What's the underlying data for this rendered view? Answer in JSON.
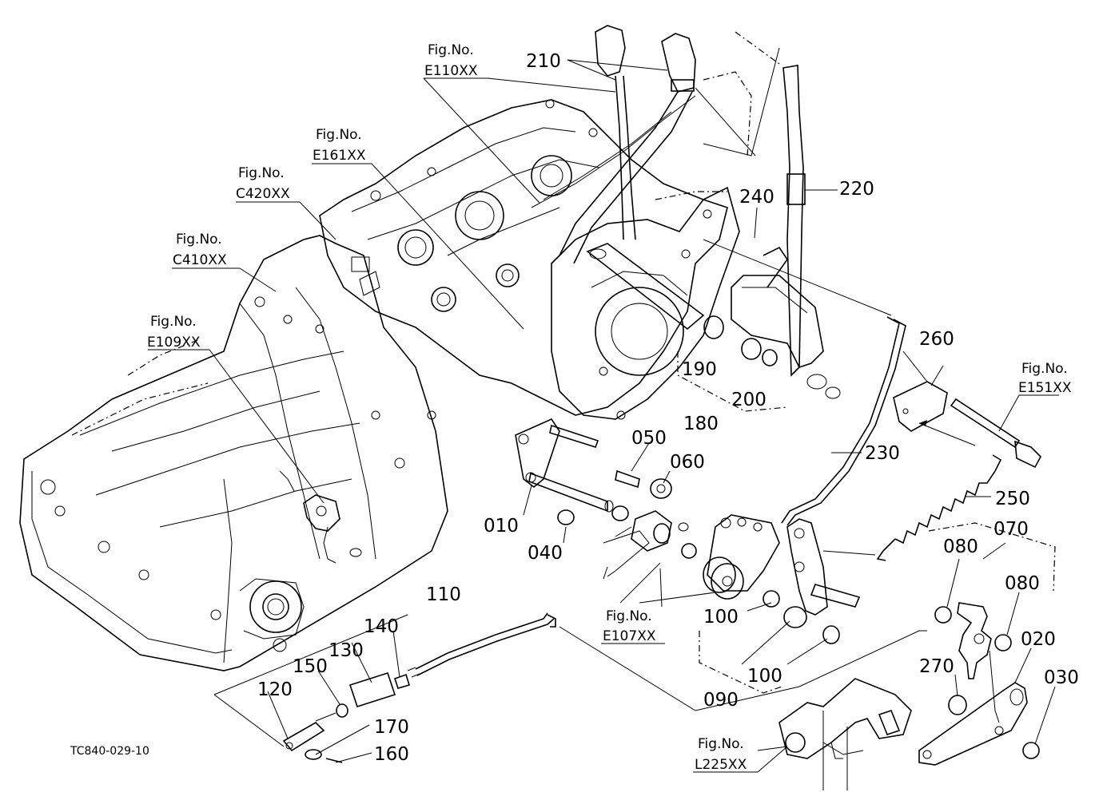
{
  "diagram_code": "TC840-029-10",
  "figure_refs": [
    {
      "id": "e110",
      "line1": "Fig.No.",
      "line2": "E110XX"
    },
    {
      "id": "e161",
      "line1": "Fig.No.",
      "line2": "E161XX"
    },
    {
      "id": "c420",
      "line1": "Fig.No.",
      "line2": "C420XX"
    },
    {
      "id": "c410",
      "line1": "Fig.No.",
      "line2": "C410XX"
    },
    {
      "id": "e109",
      "line1": "Fig.No.",
      "line2": "E109XX"
    },
    {
      "id": "e151",
      "line1": "Fig.No.",
      "line2": "E151XX"
    },
    {
      "id": "e107",
      "line1": "Fig.No.",
      "line2": "E107XX"
    },
    {
      "id": "l225",
      "line1": "Fig.No.",
      "line2": "L225XX"
    }
  ],
  "part_labels": {
    "p210": "210",
    "p220": "220",
    "p240": "240",
    "p190": "190",
    "p180": "180",
    "p200": "200",
    "p260": "260",
    "p230": "230",
    "p250": "250",
    "p050": "050",
    "p060": "060",
    "p010": "010",
    "p040": "040",
    "p070": "070",
    "p080a": "080",
    "p080b": "080",
    "p110": "110",
    "p140": "140",
    "p130": "130",
    "p150": "150",
    "p120": "120",
    "p170": "170",
    "p160": "160",
    "p100a": "100",
    "p100b": "100",
    "p090": "090",
    "p270": "270",
    "p020": "020",
    "p030": "030"
  }
}
